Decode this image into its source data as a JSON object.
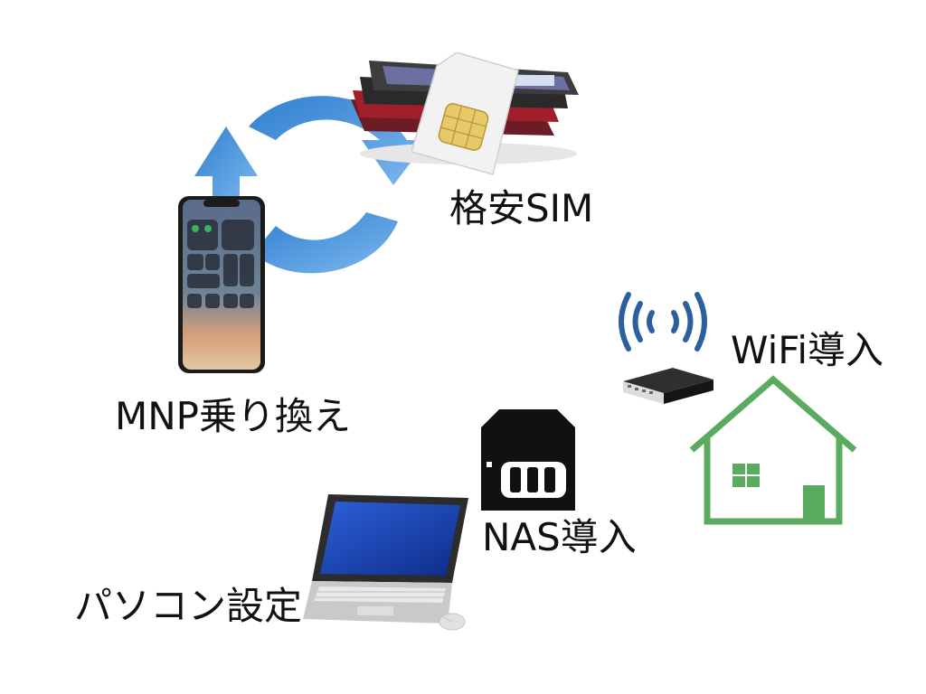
{
  "labels": {
    "sim": "格安SIM",
    "mnp": "MNP乗り換え",
    "wifi": "WiFi導入",
    "nas": "NAS導入",
    "pc": "パソコン設定"
  },
  "colors": {
    "arrow_blue": "#4a92d8",
    "house_green": "#5aab5f",
    "text": "#111111"
  },
  "icons": [
    "cycle-arrows-icon",
    "smartphone-icon",
    "sim-card-icon",
    "phones-stack-icon",
    "wifi-signal-icon",
    "router-icon",
    "house-icon",
    "nas-server-icon",
    "laptop-icon",
    "mouse-icon"
  ]
}
